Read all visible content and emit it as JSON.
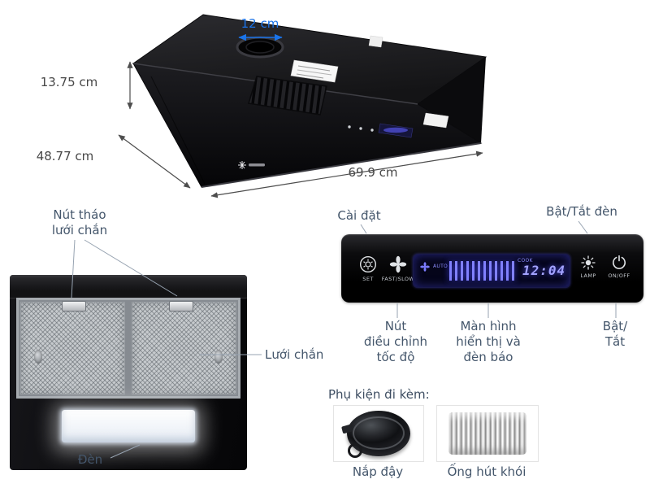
{
  "product": {
    "dimensions": {
      "vent_diameter": "12 cm",
      "height": "13.75 cm",
      "depth": "48.77 cm",
      "width": "69.9 cm"
    }
  },
  "front_view": {
    "filter_release_label": "Nút tháo\nlưới chắn",
    "filter_label": "Lưới chắn",
    "lamp_label": "Đèn"
  },
  "control_panel": {
    "settings_label": "Cài đặt",
    "light_toggle_label": "Bật/Tắt đèn",
    "speed_label": "Nút\nđiều chỉnh\ntốc độ",
    "display_label": "Màn hình\nhiển thị và\nđèn báo",
    "power_toggle_label": "Bật/\nTắt",
    "set_button": "SET",
    "fan_button": "FAST/SLOW",
    "lamp_button": "LAMP",
    "power_button": "ON/OFF",
    "display": {
      "auto_text": "AUTO",
      "cook_text": "COOK",
      "clock": "12:04"
    }
  },
  "accessories": {
    "title": "Phụ kiện đi kèm:",
    "items": [
      {
        "name": "Nắp đậy"
      },
      {
        "name": "Ống hút khói"
      }
    ]
  },
  "colors": {
    "accent_blue": "#1a73e8",
    "label_text": "#44566b",
    "led_blue": "#8080ff"
  }
}
